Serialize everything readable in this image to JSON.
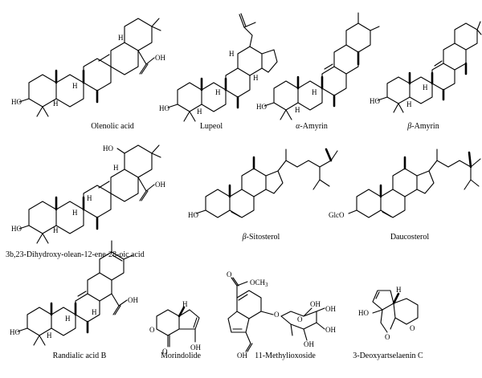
{
  "figure": {
    "compounds": [
      {
        "name": "Olenolic acid",
        "atoms": [
          "HO",
          "H",
          "H",
          "H",
          "OH"
        ]
      },
      {
        "name": "Lupeol",
        "atoms": [
          "HO",
          "H",
          "H",
          "H",
          "H"
        ]
      },
      {
        "name_prefix": "α",
        "name_suffix": "-Amyrin",
        "atoms": [
          "HO",
          "H",
          "H"
        ]
      },
      {
        "name_prefix": "β",
        "name_suffix": "-Amyrin",
        "atoms": [
          "HO",
          "H",
          "H"
        ]
      },
      {
        "name": "3b,23-Dihydroxy-olean-12-ene-28-oic acid",
        "atoms": [
          "HO",
          "HO",
          "H",
          "H",
          "H",
          "H",
          "OH"
        ]
      },
      {
        "name_prefix": "β",
        "name_suffix": "-Sitosterol",
        "atoms": [
          "HO"
        ]
      },
      {
        "name": "Daucosterol",
        "atoms": [
          "GlcO"
        ]
      },
      {
        "name": "Randialic acid B",
        "atoms": [
          "HO",
          "H",
          "H",
          "H",
          "OH"
        ]
      },
      {
        "name": "Morindolide",
        "atoms": [
          "H",
          "O",
          "O",
          "OH"
        ]
      },
      {
        "name": "11-Methylioxoside",
        "atoms": [
          "OCH",
          "3",
          "O",
          "O",
          "OH",
          "OH",
          "OH",
          "O",
          "OH",
          "OH"
        ]
      },
      {
        "name": "3-Deoxyartselaenin C",
        "atoms": [
          "HO",
          "H",
          "O",
          "O"
        ]
      }
    ]
  }
}
